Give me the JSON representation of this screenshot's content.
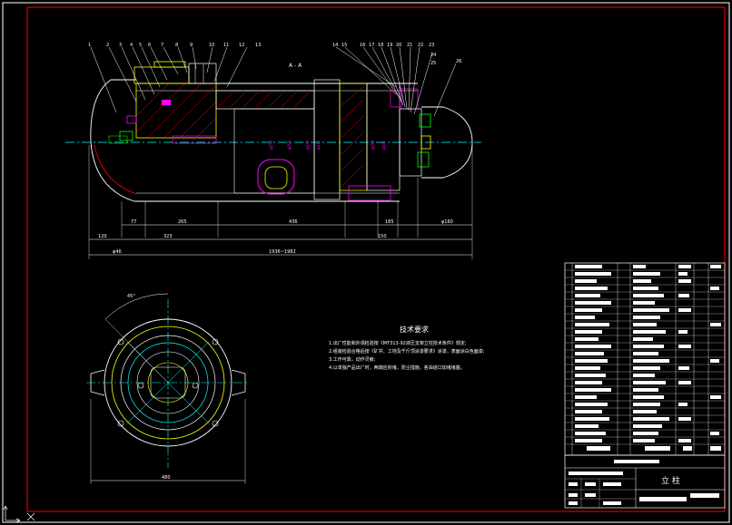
{
  "drawing": {
    "section_label": "A - A",
    "title_block_name": "立 柱",
    "balloons": [
      "1",
      "2",
      "3",
      "4",
      "5",
      "6",
      "7",
      "8",
      "9",
      "10",
      "11",
      "12",
      "13",
      "14",
      "15",
      "16",
      "17",
      "18",
      "19",
      "20",
      "21",
      "22",
      "23",
      "24",
      "25",
      "26"
    ],
    "dims_bottom_row1": [
      "77",
      "265",
      "436",
      "185",
      "φ160"
    ],
    "dims_bottom_row2": [
      "120",
      "323",
      "150"
    ],
    "dim_overall_left": "φ46",
    "dim_overall": "1936~1982",
    "dim_plan_width": "480",
    "dim_angle": "45°",
    "tech_title": "技术要求",
    "tech_items": [
      "1.出厂性能和外观检验按《MT313-92液压支架立柱技术条件》规定;",
      "2.组装检验合格后按《矿井、工地及千斤顶涂漆要求》涂漆，表面涂白色面漆;",
      "3.工作可靠，动作灵敏;",
      "4.以单独产品出厂时，两端应封堵，防尘措施，各油道口加堵堵塞。"
    ],
    "colors": {
      "frame": "#ff0000",
      "body": "#ffffff",
      "part_yellow": "#ffff00",
      "part_magenta": "#ff00ff",
      "center_cyan": "#00ffff",
      "hatch_green": "#00ff00"
    }
  }
}
